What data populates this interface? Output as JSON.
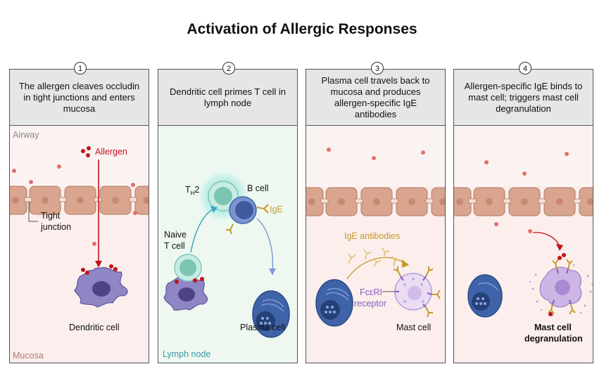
{
  "title": "Activation of Allergic Responses",
  "panels": [
    {
      "number": "1",
      "heading": "The allergen cleaves occludin in tight junctions and enters mucosa"
    },
    {
      "number": "2",
      "heading": "Dendritic cell primes T cell in lymph node"
    },
    {
      "number": "3",
      "heading": "Plasma cell travels back to mucosa and produces allergen-specific IgE antibodies"
    },
    {
      "number": "4",
      "heading": "Allergen-specific IgE binds to mast cell; triggers mast cell degranulation"
    }
  ],
  "labels": {
    "airway": "Airway",
    "allergen": "Allergen",
    "tight_junction_1": "Tight",
    "tight_junction_2": "junction",
    "dendritic_cell": "Dendritic cell",
    "mucosa": "Mucosa",
    "th2_main": "T",
    "th2_sub": "H",
    "th2_tail": "2",
    "b_cell": "B cell",
    "ige": "IgE",
    "naive_1": "Naive",
    "naive_2": "T cell",
    "plasma_cell": "Plasma cell",
    "lymph_node": "Lymph node",
    "ige_antibodies": "IgE antibodies",
    "fceri_1": "FcεRI",
    "fceri_2": "receptor",
    "mast_cell": "Mast cell",
    "degran_1": "Mast cell",
    "degran_2": "degranulation"
  },
  "colors": {
    "allergen": "#c0151b",
    "airway_label": "#888888",
    "mucosa_label": "#b07a70",
    "ige": "#c79a2e",
    "fceri": "#8a5cc2",
    "lymph_label": "#3b9aa8",
    "epithelium": "#d9a58e",
    "dendritic": "#7d72b8",
    "b_cell": "#3f63a8",
    "th2": "#6fc2b0"
  }
}
